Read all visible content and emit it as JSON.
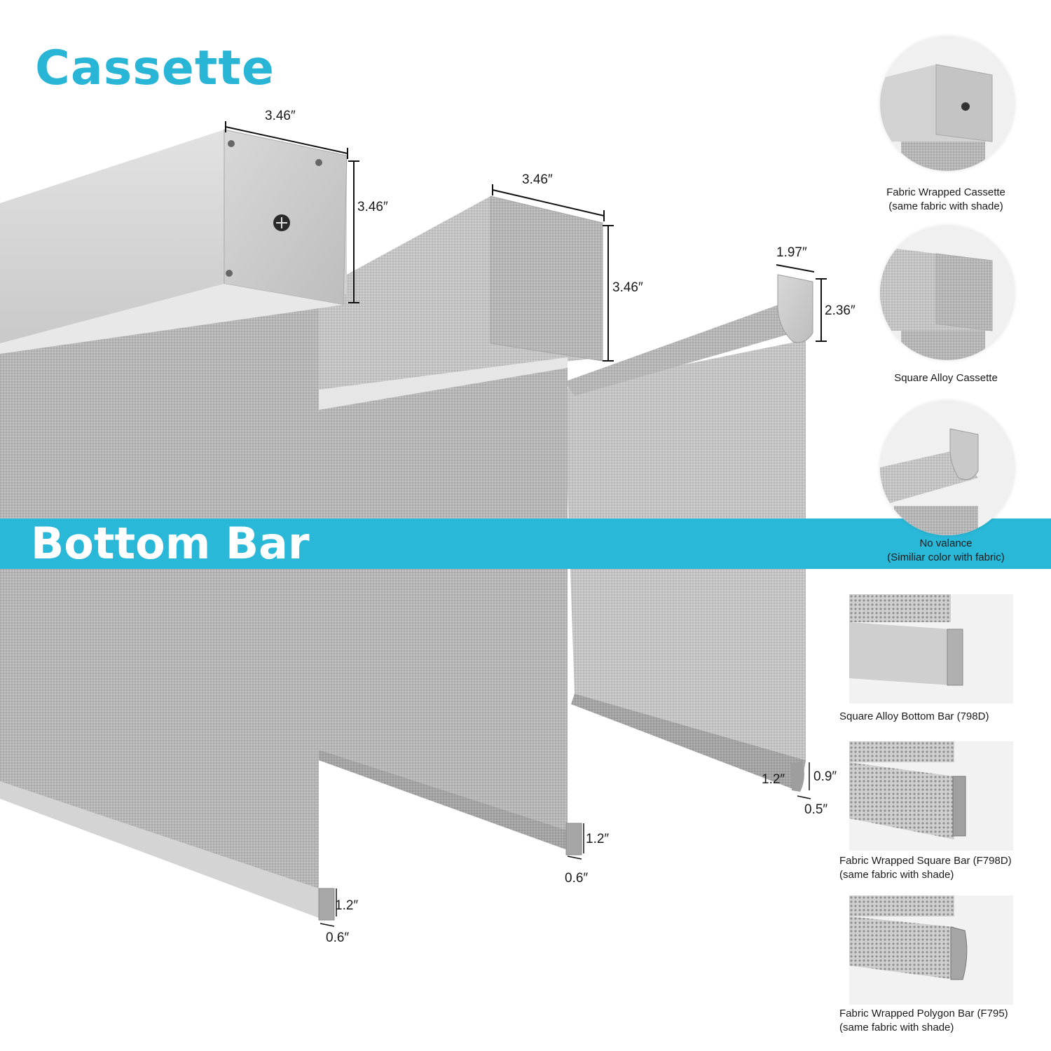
{
  "headings": {
    "cassette": "Cassette",
    "bottom_bar": "Bottom Bar"
  },
  "colors": {
    "accent": "#29b8d8",
    "fabric": "#b9b9b9",
    "alloy": "#cfcfcf"
  },
  "cassette_dimensions": {
    "fabric_wrapped_width": "3.46″",
    "fabric_wrapped_height": "3.46″",
    "square_alloy_width": "3.46″",
    "square_alloy_height": "3.46″",
    "no_valance_width": "1.97″",
    "no_valance_height": "2.36″"
  },
  "bottom_bar_dimensions": {
    "bar1_height": "1.2″",
    "bar1_width": "0.6″",
    "bar2_height": "1.2″",
    "bar2_width": "0.6″",
    "bar3_left": "1.2″",
    "bar3_height": "0.9″",
    "bar3_width": "0.5″"
  },
  "cassette_options": [
    {
      "line1": "Fabric Wrapped Cassette",
      "line2": "(same fabric with shade)"
    },
    {
      "line1": "Square Alloy Cassette",
      "line2": ""
    },
    {
      "line1": "No valance",
      "line2": "(Similiar color with fabric)"
    }
  ],
  "bottom_bar_options": [
    {
      "line1": "Square Alloy Bottom Bar (798D)",
      "line2": ""
    },
    {
      "line1": "Fabric Wrapped Square Bar (F798D)",
      "line2": "(same fabric with shade)"
    },
    {
      "line1": "Fabric Wrapped Polygon Bar (F795)",
      "line2": "(same fabric with shade)"
    }
  ]
}
